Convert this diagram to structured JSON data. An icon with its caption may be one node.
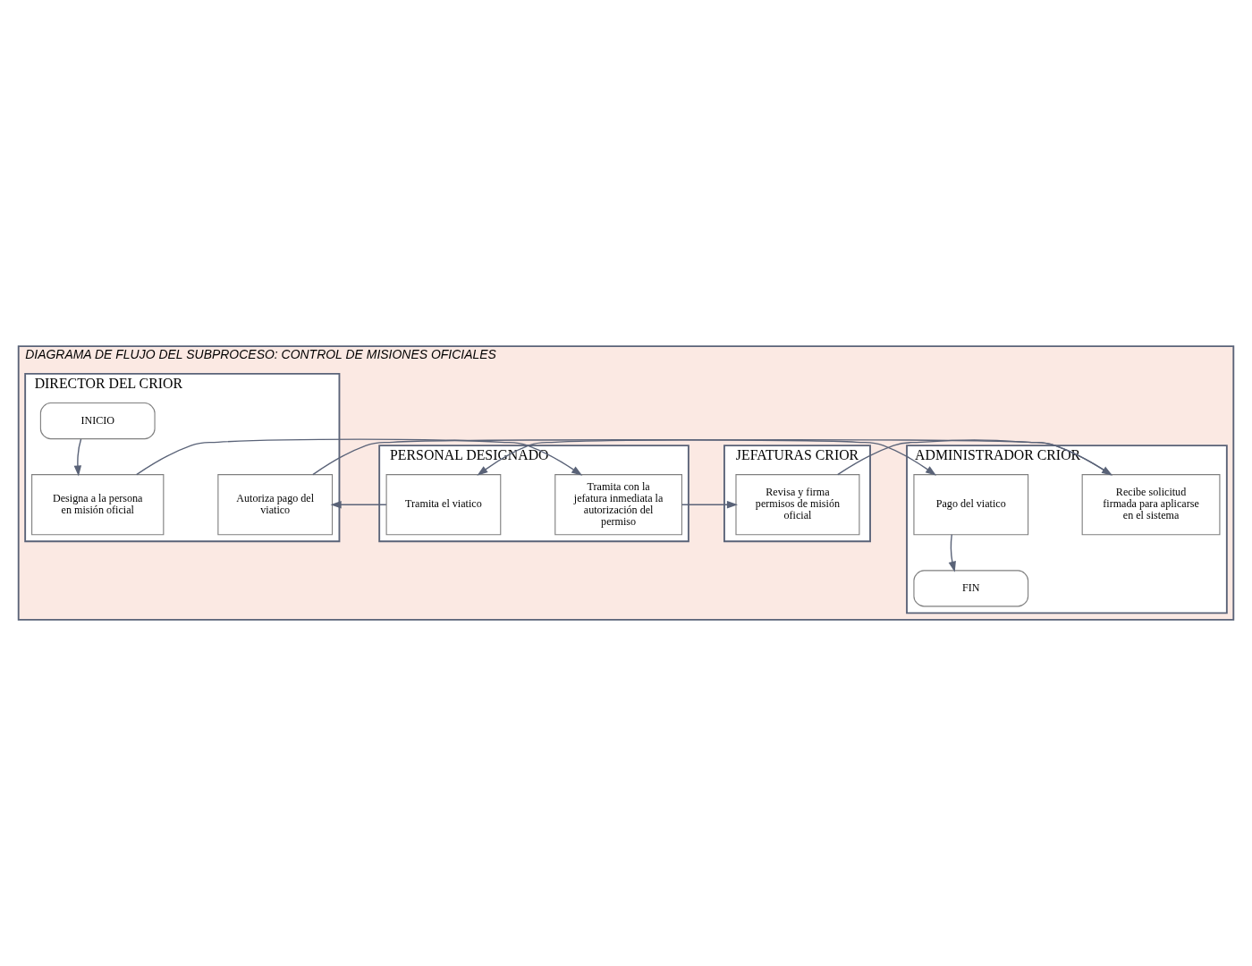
{
  "diagram": {
    "nodes": [
      {
        "text": [
          "DIAGRAMA DE FLUJO DEL SUBPROCESO: CONTROL DE MISIONES OFICIALES"
        ]
      },
      {
        "text": [
          "DIRECTOR DEL CRIOR"
        ],
        "in": 0
      },
      {
        "text": [
          "PERSONAL DESIGNADO"
        ],
        "in": 0
      },
      {
        "text": [
          "JEFATURAS CRIOR"
        ],
        "in": 0
      },
      {
        "text": [
          "ADMINISTRADOR CRIOR"
        ],
        "in": 0
      },
      {
        "text": [
          "INICIO"
        ],
        "in": 1
      },
      {
        "text": [
          "Designa a la persona en misión oficial"
        ],
        "in": 1
      },
      {
        "text": [
          "Tramita con la jefatura inmediata la autorización del permiso"
        ],
        "in": 2
      },
      {
        "text": [
          "Revisa y firma permisos de misión oficial"
        ],
        "in": 3
      },
      {
        "text": [
          "Recibe solicitud firmada para aplicarse en el sistema"
        ],
        "in": 4
      },
      {
        "text": [
          "Tramita el viatico"
        ],
        "in": 2
      },
      {
        "text": [
          "Autoriza pago del viatico"
        ],
        "in": 1
      },
      {
        "text": [
          "Pago del viatico"
        ],
        "in": 4
      },
      {
        "text": [
          "FIN"
        ],
        "in": 4
      }
    ],
    "edges": [
      {
        "from": 5,
        "to": 6,
        "arrow": "to"
      },
      {
        "from": 6,
        "to": 7,
        "arrow": "to"
      },
      {
        "from": 7,
        "to": 8,
        "arrow": "to"
      },
      {
        "from": 8,
        "to": 9,
        "arrow": "to"
      },
      {
        "from": 9,
        "to": 10,
        "arrow": "to"
      },
      {
        "from": 10,
        "to": 11,
        "arrow": "to"
      },
      {
        "from": 11,
        "to": 12,
        "arrow": "to"
      },
      {
        "from": 12,
        "to": 13,
        "arrow": "to"
      }
    ]
  }
}
